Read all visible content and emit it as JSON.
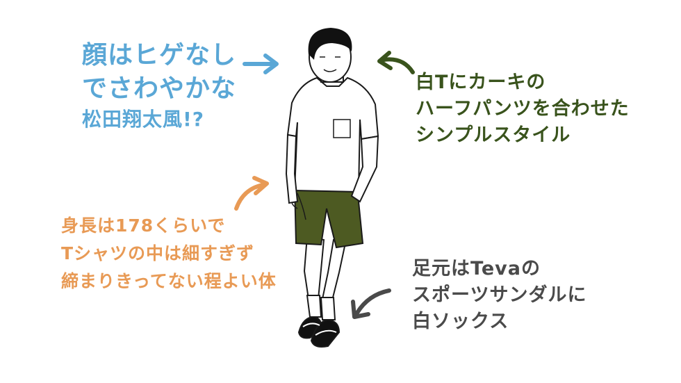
{
  "colors": {
    "face_note": "#5aa7d6",
    "outfit_note": "#39531c",
    "body_note": "#e89a55",
    "shoes_note": "#4a4a4a",
    "khaki_shorts": "#4d5a22",
    "outline": "#1a1a1a",
    "skin": "#ffffff"
  },
  "notes": {
    "face": {
      "lines": [
        "顔はヒゲなし",
        "でさわやかな",
        "松田翔太風!?"
      ]
    },
    "outfit": {
      "lines": [
        "白Tにカーキの",
        "ハーフパンツを合わせた",
        "シンプルスタイル"
      ]
    },
    "body": {
      "lines": [
        "身長は178くらいで",
        "Tシャツの中は細すぎず",
        "締まりきってない程よい体"
      ]
    },
    "shoes": {
      "lines": [
        "足元はTevaの",
        "スポーツサンダルに",
        "白ソックス"
      ]
    }
  },
  "icons": {
    "face_arrow": "arrow-right-icon",
    "outfit_arrow": "curved-arrow-icon",
    "body_arrow": "curved-arrow-icon",
    "shoes_arrow": "curved-arrow-icon"
  }
}
